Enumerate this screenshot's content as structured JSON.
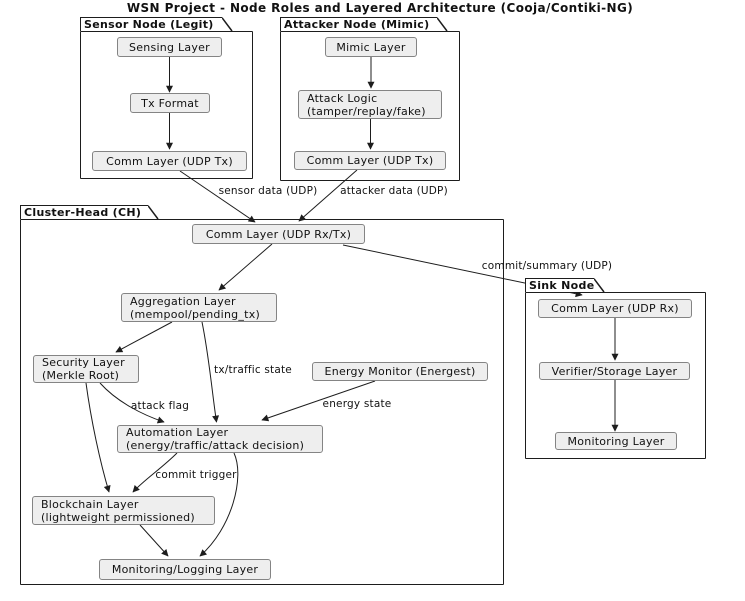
{
  "title": "WSN Project - Node Roles and Layered Architecture (Cooja/Contiki-NG)",
  "packages": {
    "sensor": {
      "label": "Sensor Node (Legit)"
    },
    "attacker": {
      "label": "Attacker Node (Mimic)"
    },
    "cluster_head": {
      "label": "Cluster-Head (CH)"
    },
    "sink": {
      "label": "Sink Node"
    }
  },
  "nodes": {
    "sensing": {
      "line1": "Sensing Layer"
    },
    "tx_format": {
      "line1": "Tx Format"
    },
    "sensor_comm": {
      "line1": "Comm Layer (UDP Tx)"
    },
    "mimic": {
      "line1": "Mimic Layer"
    },
    "attack_logic": {
      "line1": "Attack Logic",
      "line2": "(tamper/replay/fake)"
    },
    "attacker_comm": {
      "line1": "Comm Layer (UDP Tx)"
    },
    "ch_comm": {
      "line1": "Comm Layer (UDP Rx/Tx)"
    },
    "aggregation": {
      "line1": "Aggregation Layer",
      "line2": "(mempool/pending_tx)"
    },
    "security": {
      "line1": "Security Layer",
      "line2": "(Merkle Root)"
    },
    "energy_monitor": {
      "line1": "Energy Monitor (Energest)"
    },
    "automation": {
      "line1": "Automation Layer",
      "line2": "(energy/traffic/attack decision)"
    },
    "blockchain": {
      "line1": "Blockchain Layer",
      "line2": "(lightweight permissioned)"
    },
    "monitoring_logging": {
      "line1": "Monitoring/Logging Layer"
    },
    "sink_comm": {
      "line1": "Comm Layer (UDP Rx)"
    },
    "verifier": {
      "line1": "Verifier/Storage Layer"
    },
    "sink_monitoring": {
      "line1": "Monitoring Layer"
    }
  },
  "edge_labels": {
    "sensor_data": "sensor data (UDP)",
    "attacker_data": "attacker data (UDP)",
    "commit_summary": "commit/summary (UDP)",
    "tx_traffic": "tx/traffic state",
    "attack_flag": "attack flag",
    "energy_state": "energy state",
    "commit_trigger": "commit trigger"
  },
  "colors": {
    "background": "#ffffff",
    "node_fill": "#eeeeee",
    "node_border": "#848484",
    "package_border": "#1d1d1d",
    "edge": "#1d1d1d",
    "text": "#111111"
  }
}
